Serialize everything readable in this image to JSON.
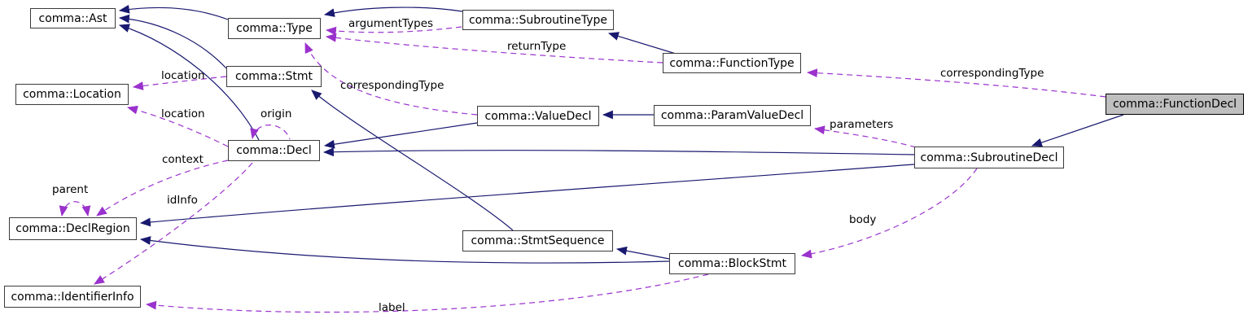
{
  "diagram": {
    "kind": "collaboration-graph",
    "highlighted_node": "comma::FunctionDecl",
    "colors": {
      "inheritance_edge": "#191970",
      "usage_edge": "#9a32cd",
      "node_fill": "#ffffff",
      "highlighted_node_fill": "#bfbfbf",
      "node_border": "#3b3b3b"
    }
  },
  "nodes": [
    {
      "id": "ast",
      "label": "comma::Ast"
    },
    {
      "id": "type",
      "label": "comma::Type"
    },
    {
      "id": "subroutine_type",
      "label": "comma::SubroutineType"
    },
    {
      "id": "function_type",
      "label": "comma::FunctionType"
    },
    {
      "id": "location",
      "label": "comma::Location"
    },
    {
      "id": "stmt",
      "label": "comma::Stmt"
    },
    {
      "id": "value_decl",
      "label": "comma::ValueDecl"
    },
    {
      "id": "param_value_decl",
      "label": "comma::ParamValueDecl"
    },
    {
      "id": "function_decl",
      "label": "comma::FunctionDecl"
    },
    {
      "id": "decl",
      "label": "comma::Decl"
    },
    {
      "id": "subroutine_decl",
      "label": "comma::SubroutineDecl"
    },
    {
      "id": "decl_region",
      "label": "comma::DeclRegion"
    },
    {
      "id": "stmt_sequence",
      "label": "comma::StmtSequence"
    },
    {
      "id": "block_stmt",
      "label": "comma::BlockStmt"
    },
    {
      "id": "identifier_info",
      "label": "comma::IdentifierInfo"
    }
  ],
  "edge_labels": [
    {
      "text": "argumentTypes"
    },
    {
      "text": "returnType"
    },
    {
      "text": "correspondingType"
    },
    {
      "text": "correspondingType"
    },
    {
      "text": "location"
    },
    {
      "text": "location"
    },
    {
      "text": "origin"
    },
    {
      "text": "context"
    },
    {
      "text": "parameters"
    },
    {
      "text": "parent"
    },
    {
      "text": "idInfo"
    },
    {
      "text": "body"
    },
    {
      "text": "label"
    }
  ],
  "relations": [
    {
      "from": "comma::Type",
      "to": "comma::Ast",
      "type": "inheritance"
    },
    {
      "from": "comma::Stmt",
      "to": "comma::Ast",
      "type": "inheritance"
    },
    {
      "from": "comma::Decl",
      "to": "comma::Ast",
      "type": "inheritance"
    },
    {
      "from": "comma::SubroutineType",
      "to": "comma::Type",
      "type": "inheritance"
    },
    {
      "from": "comma::FunctionType",
      "to": "comma::SubroutineType",
      "type": "inheritance"
    },
    {
      "from": "comma::FunctionDecl",
      "to": "comma::SubroutineDecl",
      "type": "inheritance"
    },
    {
      "from": "comma::SubroutineDecl",
      "to": "comma::Decl",
      "type": "inheritance"
    },
    {
      "from": "comma::SubroutineDecl",
      "to": "comma::DeclRegion",
      "type": "inheritance"
    },
    {
      "from": "comma::ValueDecl",
      "to": "comma::Decl",
      "type": "inheritance"
    },
    {
      "from": "comma::ParamValueDecl",
      "to": "comma::ValueDecl",
      "type": "inheritance"
    },
    {
      "from": "comma::StmtSequence",
      "to": "comma::Stmt",
      "type": "inheritance"
    },
    {
      "from": "comma::BlockStmt",
      "to": "comma::StmtSequence",
      "type": "inheritance"
    },
    {
      "from": "comma::BlockStmt",
      "to": "comma::DeclRegion",
      "type": "inheritance"
    },
    {
      "from": "comma::SubroutineType",
      "to": "comma::Type",
      "type": "usage",
      "label": "argumentTypes"
    },
    {
      "from": "comma::FunctionType",
      "to": "comma::Type",
      "type": "usage",
      "label": "returnType"
    },
    {
      "from": "comma::ValueDecl",
      "to": "comma::Type",
      "type": "usage",
      "label": "correspondingType"
    },
    {
      "from": "comma::FunctionDecl",
      "to": "comma::FunctionType",
      "type": "usage",
      "label": "correspondingType"
    },
    {
      "from": "comma::SubroutineDecl",
      "to": "comma::ParamValueDecl",
      "type": "usage",
      "label": "parameters"
    },
    {
      "from": "comma::SubroutineDecl",
      "to": "comma::BlockStmt",
      "type": "usage",
      "label": "body"
    },
    {
      "from": "comma::Stmt",
      "to": "comma::Location",
      "type": "usage",
      "label": "location"
    },
    {
      "from": "comma::Decl",
      "to": "comma::Location",
      "type": "usage",
      "label": "location"
    },
    {
      "from": "comma::Decl",
      "to": "comma::Decl",
      "type": "usage",
      "label": "origin"
    },
    {
      "from": "comma::Decl",
      "to": "comma::DeclRegion",
      "type": "usage",
      "label": "context"
    },
    {
      "from": "comma::Decl",
      "to": "comma::IdentifierInfo",
      "type": "usage",
      "label": "idInfo"
    },
    {
      "from": "comma::DeclRegion",
      "to": "comma::DeclRegion",
      "type": "usage",
      "label": "parent"
    },
    {
      "from": "comma::BlockStmt",
      "to": "comma::IdentifierInfo",
      "type": "usage",
      "label": "label"
    }
  ]
}
